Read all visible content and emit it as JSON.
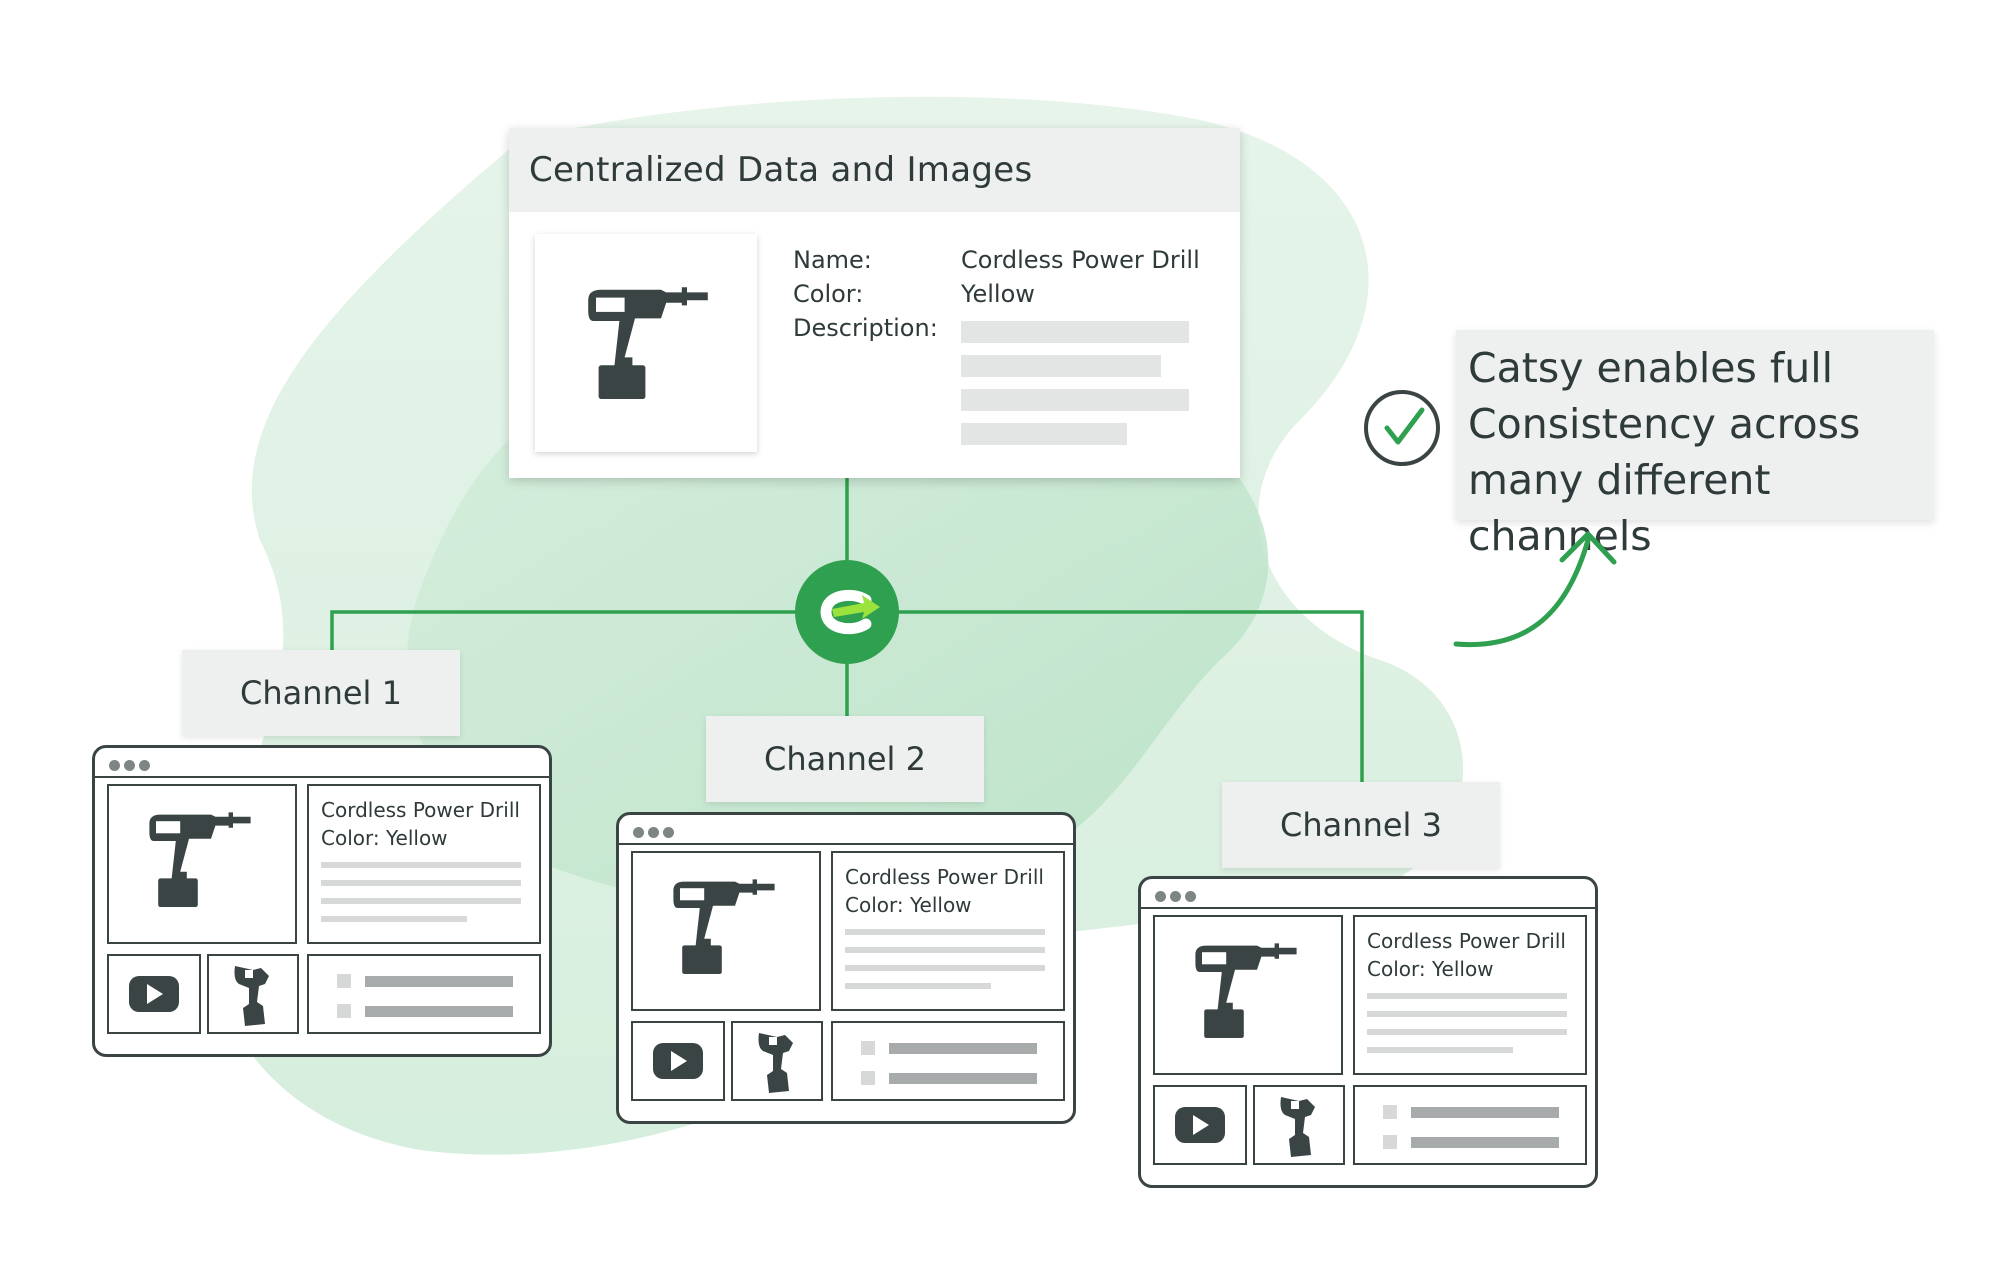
{
  "central_card": {
    "title": "Centralized Data and Images",
    "name_label": "Name:",
    "name_value": "Cordless Power Drill",
    "color_label": "Color:",
    "color_value": "Yellow",
    "description_label": "Description:"
  },
  "callout": {
    "lines": [
      "Catsy enables full",
      "Consistency across",
      "many different channels"
    ]
  },
  "channels": [
    {
      "label": "Channel 1",
      "product_name": "Cordless Power Drill",
      "product_color": "Color: Yellow"
    },
    {
      "label": "Channel 2",
      "product_name": "Cordless Power Drill",
      "product_color": "Color: Yellow"
    },
    {
      "label": "Channel 3",
      "product_name": "Cordless Power Drill",
      "product_color": "Color: Yellow"
    }
  ],
  "colors": {
    "accent_green": "#2ea04f",
    "logo_arrow": "#9be23c",
    "blob_light": "#e2f2e6",
    "blob_mid": "#c8e8d2",
    "dark": "#3b4444"
  }
}
